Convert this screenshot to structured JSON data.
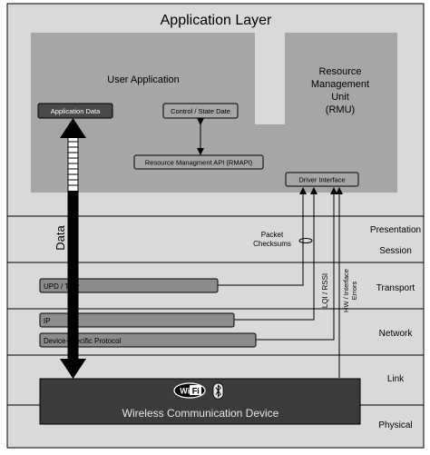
{
  "application_layer": {
    "title": "Application Layer",
    "user_application": {
      "title": "User Application",
      "application_data": "Application Data",
      "control_state": "Control / State Date"
    },
    "rmu": {
      "line1": "Resource",
      "line2": "Management",
      "line3": "Unit",
      "line4": "(RMU)"
    },
    "rmapi": "Resource Managment API (RMAPI)",
    "driver_interface": "Driver Interface"
  },
  "layers": {
    "presentation": "Presentation",
    "session": "Session",
    "transport": "Transport",
    "network": "Network",
    "link": "Link",
    "physical": "Physical"
  },
  "bars": {
    "upd_tcp": "UPD / TCP",
    "ip": "IP",
    "device_protocol": "Device-specific Protocol"
  },
  "labels": {
    "data": "Data",
    "packet_checksums_1": "Packet",
    "packet_checksums_2": "Checksums",
    "lqi_rssi": "LQI / RSSI",
    "hw_errors_1": "HW / Interface",
    "hw_errors_2": "Errors"
  },
  "device": {
    "title": "Wireless Communication Device",
    "wifi_logo_text": "Wi Fi",
    "bluetooth_icon": "bluetooth-icon"
  },
  "colors": {
    "outer_bg": "#d9d9d9",
    "inner_box": "#a6a6a6",
    "bar_fill": "#8c8c8c",
    "device_fill": "#3b3b3b",
    "dark_box": "#4a4a4a"
  }
}
